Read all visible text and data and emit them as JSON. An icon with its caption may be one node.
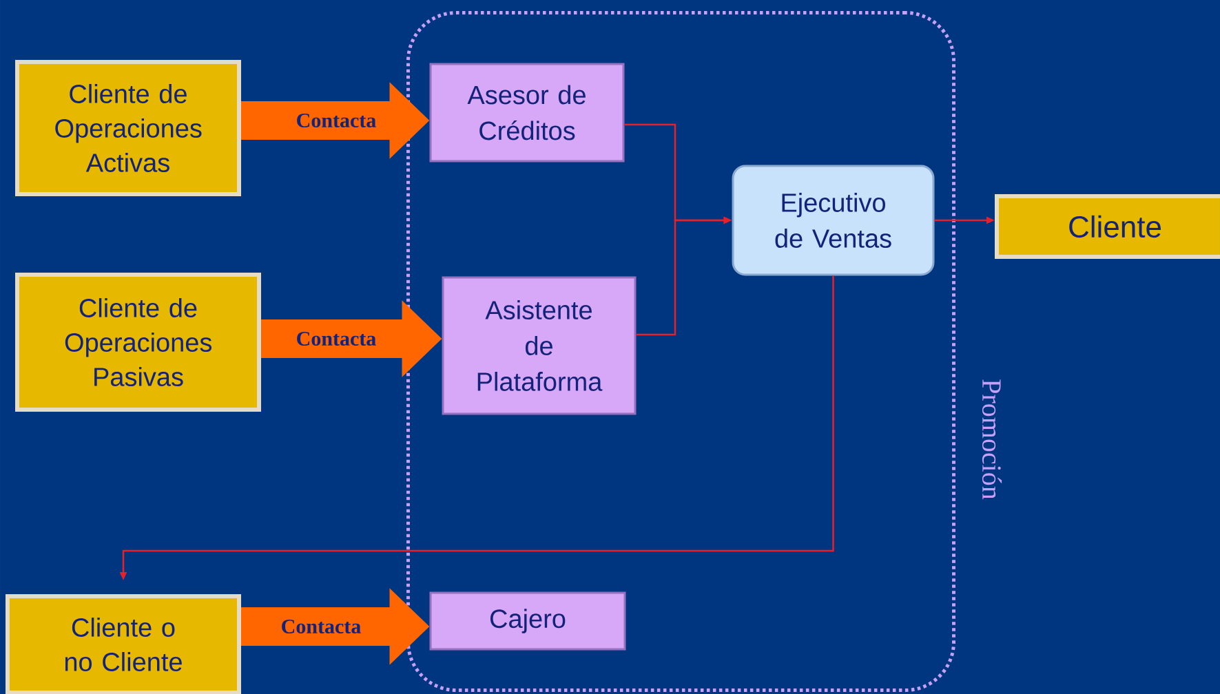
{
  "diagram": {
    "nodes": [
      {
        "text": [
          "Promoción"
        ]
      },
      {
        "text": [
          "Cliente de Operaciones Activas"
        ]
      },
      {
        "text": [
          "Cliente de Operaciones Pasivas"
        ]
      },
      {
        "text": [
          "Cliente o no Cliente"
        ]
      },
      {
        "text": [
          "Asesor de Créditos"
        ],
        "in": 0
      },
      {
        "text": [
          "Asistente de Plataforma"
        ],
        "in": 0
      },
      {
        "text": [
          "Cajero"
        ],
        "in": 0
      },
      {
        "text": [
          "Ejecutivo de Ventas"
        ],
        "in": 0
      },
      {
        "text": [
          "Cliente"
        ]
      }
    ],
    "edges": [
      {
        "from": 1,
        "to": 4,
        "arrow": "to",
        "label": "Contacta",
        "style": "thick",
        "color": "#ff6600"
      },
      {
        "from": 2,
        "to": 5,
        "arrow": "to",
        "label": "Contacta",
        "style": "thick",
        "color": "#ff6600"
      },
      {
        "from": 3,
        "to": 6,
        "arrow": "to",
        "label": "Contacta",
        "style": "thick",
        "color": "#ff6600"
      },
      {
        "from": 4,
        "to": 7,
        "arrow": "to"
      },
      {
        "from": 5,
        "to": 7,
        "arrow": "to"
      },
      {
        "from": 7,
        "to": 8,
        "arrow": "to"
      },
      {
        "from": 7,
        "to": 3,
        "arrow": "to"
      }
    ]
  }
}
